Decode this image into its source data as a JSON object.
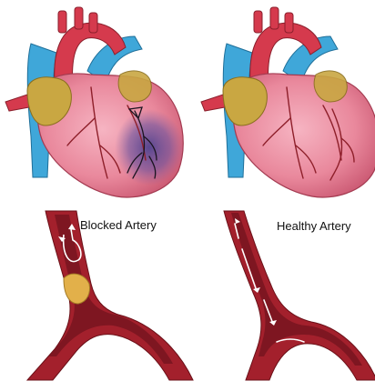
{
  "labels": {
    "blocked": "Blocked Artery",
    "healthy": "Healthy Artery"
  },
  "colors": {
    "heart_body": "#e9889c",
    "heart_shadow": "#c95670",
    "aorta": "#d53a4d",
    "vena_cava": "#3fa7d9",
    "atrium": "#c9a742",
    "coronary_vessel": "#8e1f2a",
    "ischemia": "#5a4a9c",
    "artery_wall": "#a3202c",
    "artery_lumen": "#7a1520",
    "plaque": "#e2b04a",
    "flow_arrow": "#ffffff"
  },
  "panels": [
    {
      "id": "blocked",
      "icon": "heart-icon",
      "condition": "blocked"
    },
    {
      "id": "healthy",
      "icon": "heart-icon",
      "condition": "healthy"
    }
  ]
}
